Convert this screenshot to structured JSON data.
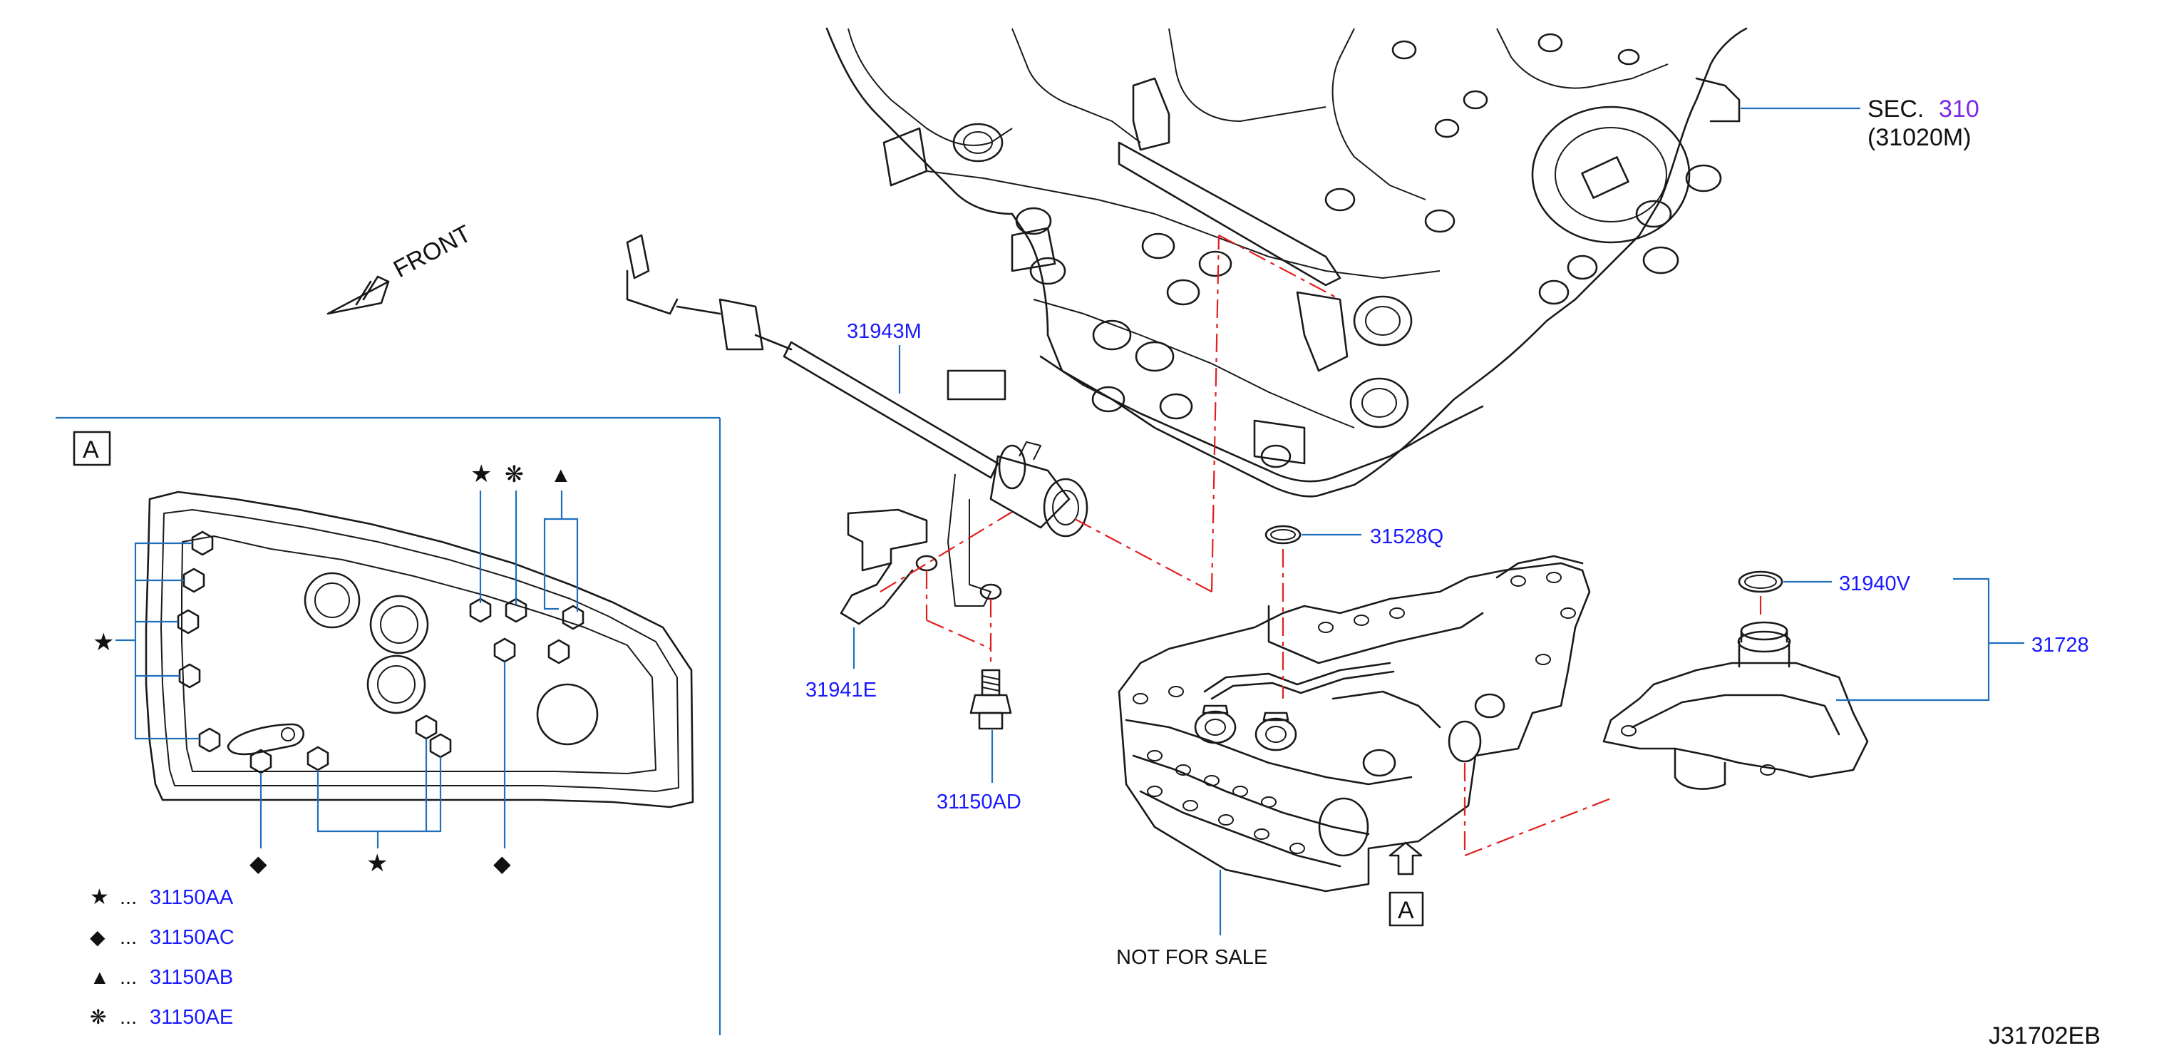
{
  "diagram_code": "J31702EB",
  "front_label": "FRONT",
  "view_label": "A",
  "section_ref": {
    "prefix": "SEC.",
    "number": "310",
    "part": "(31020M)"
  },
  "parts": {
    "harness": "31943M",
    "bracket": "31941E",
    "bolt": "31150AD",
    "o_ring_valve": "31528Q",
    "o_ring_strainer": "31940V",
    "strainer": "31728"
  },
  "not_for_sale": "NOT FOR SALE",
  "legend": [
    {
      "symbol": "★",
      "symbol_name": "star-icon",
      "dots": "...",
      "part": "31150AA"
    },
    {
      "symbol": "◆",
      "symbol_name": "diamond-icon",
      "dots": "...",
      "part": "31150AC"
    },
    {
      "symbol": "▲",
      "symbol_name": "triangle-icon",
      "dots": "...",
      "part": "31150AB"
    },
    {
      "symbol": "❋",
      "symbol_name": "asterisk-flower-icon",
      "dots": "...",
      "part": "31150AE"
    }
  ],
  "callout_symbols": {
    "star": "★",
    "diamond": "◆",
    "triangle": "▲",
    "flower": "❋"
  },
  "colors": {
    "part_link": "#1a1aff",
    "section_link": "#7a28e6",
    "leader": "#1f6fbd",
    "phantom": "#e02020"
  }
}
